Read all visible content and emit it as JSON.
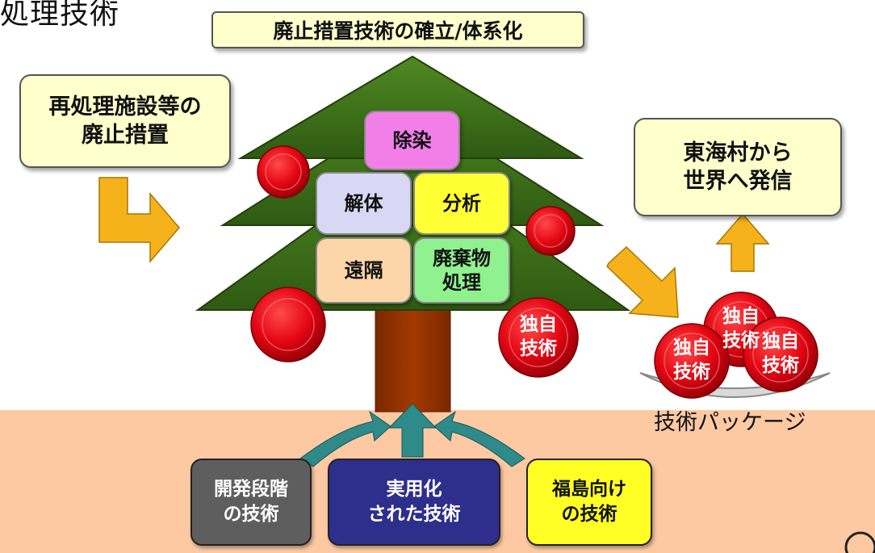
{
  "slide_title": "処理技術",
  "top_banner": "廃止措置技術の確立/体系化",
  "left_callout": "再処理施設等の\n廃止措置",
  "right_callout": "東海村から\n世界へ発信",
  "tree_blocks": {
    "decontamination": "除染",
    "dismantling": "解体",
    "analysis": "分析",
    "remote": "遠隔",
    "waste_treatment": "廃棄物\n処理"
  },
  "ball_label": "独自\n技術",
  "package_label": "技術パッケージ",
  "base_blocks": {
    "development": "開発段階\nの技術",
    "practical": "実用化\nされた技術",
    "fukushima": "福島向け\nの技術"
  },
  "colors": {
    "tree_green": "#3f6e1a",
    "trunk": "#993300",
    "ground": "#fcc9a2",
    "callout_fill": "#ffffcc",
    "ball_red": "#e30613",
    "orange_arrow": "#f6b21b",
    "teal_arrow": "#2f8a8a",
    "decontamination": "#f27fe8",
    "dismantling": "#d8d8f4",
    "analysis": "#ffff33",
    "remote": "#fcd5a8",
    "waste_treatment": "#8ff28f",
    "development": "#5e5e5e",
    "practical": "#2e2e8c",
    "fukushima": "#ffff26"
  }
}
